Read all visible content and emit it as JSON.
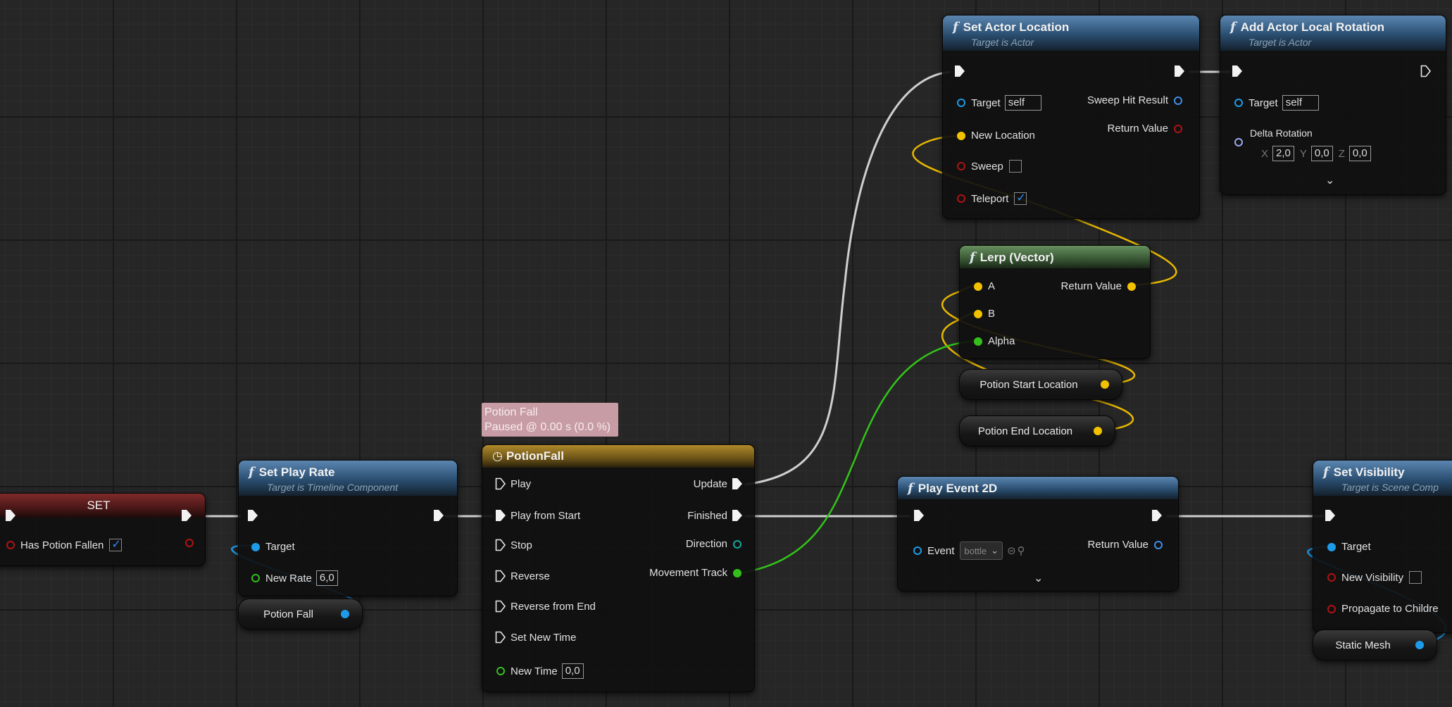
{
  "nodes": {
    "set_actor_location": {
      "title": "Set Actor Location",
      "subtitle": "Target is Actor",
      "target_label": "Target",
      "target_value": "self",
      "sweep_hit_label": "Sweep Hit Result",
      "return_label": "Return Value",
      "new_location_label": "New Location",
      "sweep_label": "Sweep",
      "teleport_label": "Teleport"
    },
    "add_actor_local_rotation": {
      "title": "Add Actor Local Rotation",
      "subtitle": "Target is Actor",
      "target_label": "Target",
      "target_value": "self",
      "delta_label": "Delta Rotation",
      "x_label": "X",
      "x_value": "2,0",
      "y_label": "Y",
      "y_value": "0,0",
      "z_label": "Z",
      "z_value": "0,0"
    },
    "lerp": {
      "title": "Lerp (Vector)",
      "a_label": "A",
      "b_label": "B",
      "alpha_label": "Alpha",
      "return_label": "Return Value"
    },
    "potion_start_location": {
      "label": "Potion Start Location"
    },
    "potion_end_location": {
      "label": "Potion End Location"
    },
    "set_node": {
      "title": "SET",
      "var_label": "Has Potion Fallen"
    },
    "set_play_rate": {
      "title": "Set Play Rate",
      "subtitle": "Target is Timeline Component",
      "target_label": "Target",
      "new_rate_label": "New Rate",
      "new_rate_value": "6,0"
    },
    "potion_fall_var": {
      "label": "Potion Fall"
    },
    "timeline": {
      "tooltip_line1": "Potion Fall",
      "tooltip_line2": "Paused @ 0.00 s (0.0 %)",
      "title": "PotionFall",
      "play": "Play",
      "play_from_start": "Play from Start",
      "stop": "Stop",
      "reverse": "Reverse",
      "reverse_from_end": "Reverse from End",
      "set_new_time": "Set New Time",
      "new_time_label": "New Time",
      "new_time_value": "0,0",
      "update": "Update",
      "finished": "Finished",
      "direction": "Direction",
      "movement_track": "Movement Track"
    },
    "play_event_2d": {
      "title": "Play Event 2D",
      "event_label": "Event",
      "event_value": "bottle",
      "return_label": "Return Value"
    },
    "set_visibility": {
      "title": "Set Visibility",
      "subtitle": "Target is Scene Comp",
      "target_label": "Target",
      "new_visibility_label": "New Visibility",
      "propagate_label": "Propagate to Childre"
    },
    "static_mesh_var": {
      "label": "Static Mesh"
    }
  },
  "colors": {
    "exec_wire": "#cfcfcf",
    "vector_wire": "#e8b800",
    "float_wire": "#33c41a",
    "object_wire": "#1e9be8",
    "bool_pin": "#b01212",
    "graph_bg": "#262626"
  }
}
